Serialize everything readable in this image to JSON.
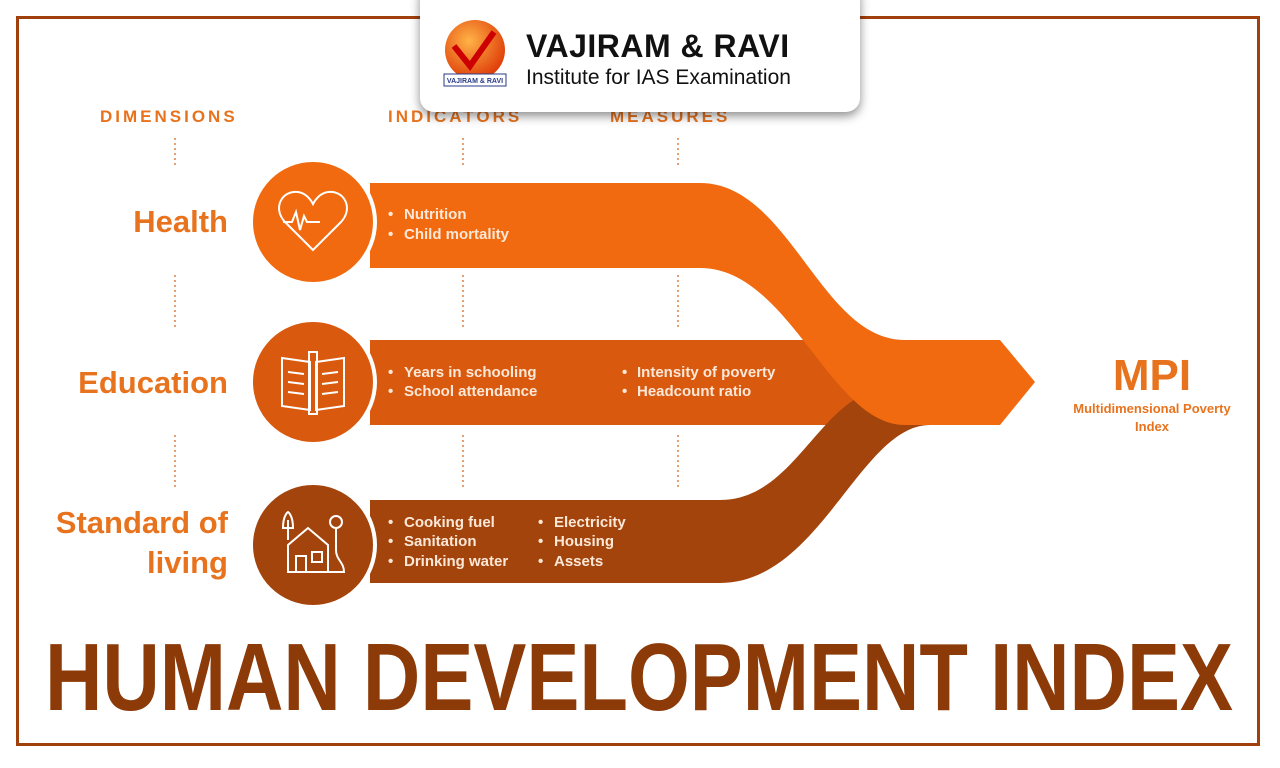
{
  "logo": {
    "name": "VAJIRAM & RAVI",
    "subtitle": "Institute for IAS Examination",
    "mark_text": "VAJIRAM & RAVI"
  },
  "columns": {
    "dimensions": "DIMENSIONS",
    "indicators": "INDICATORS",
    "measures": "MEASURES"
  },
  "dimensions": [
    {
      "label_lines": [
        "Health"
      ],
      "icon": "heart-pulse-icon",
      "indicators": [
        "Nutrition",
        "Child mortality"
      ],
      "color": "#f26a0f"
    },
    {
      "label_lines": [
        "Education"
      ],
      "icon": "book-pencil-icon",
      "indicators": [
        "Years in schooling",
        "School attendance"
      ],
      "color": "#d9590e"
    },
    {
      "label_lines": [
        "Standard of",
        "living"
      ],
      "icon": "house-icon",
      "indicators": [
        "Cooking fuel",
        "Sanitation",
        "Drinking water",
        "Electricity",
        "Housing",
        "Assets"
      ],
      "color": "#a3440c"
    }
  ],
  "measures": [
    "Intensity of poverty",
    "Headcount ratio"
  ],
  "result": {
    "title": "MPI",
    "subtitle_lines": [
      "Multidimensional Poverty",
      "Index"
    ]
  },
  "banner": "HUMAN DEVELOPMENT INDEX",
  "colors": {
    "label": "#e8731e",
    "title": "#8c3a08",
    "frame": "#a0400c"
  }
}
